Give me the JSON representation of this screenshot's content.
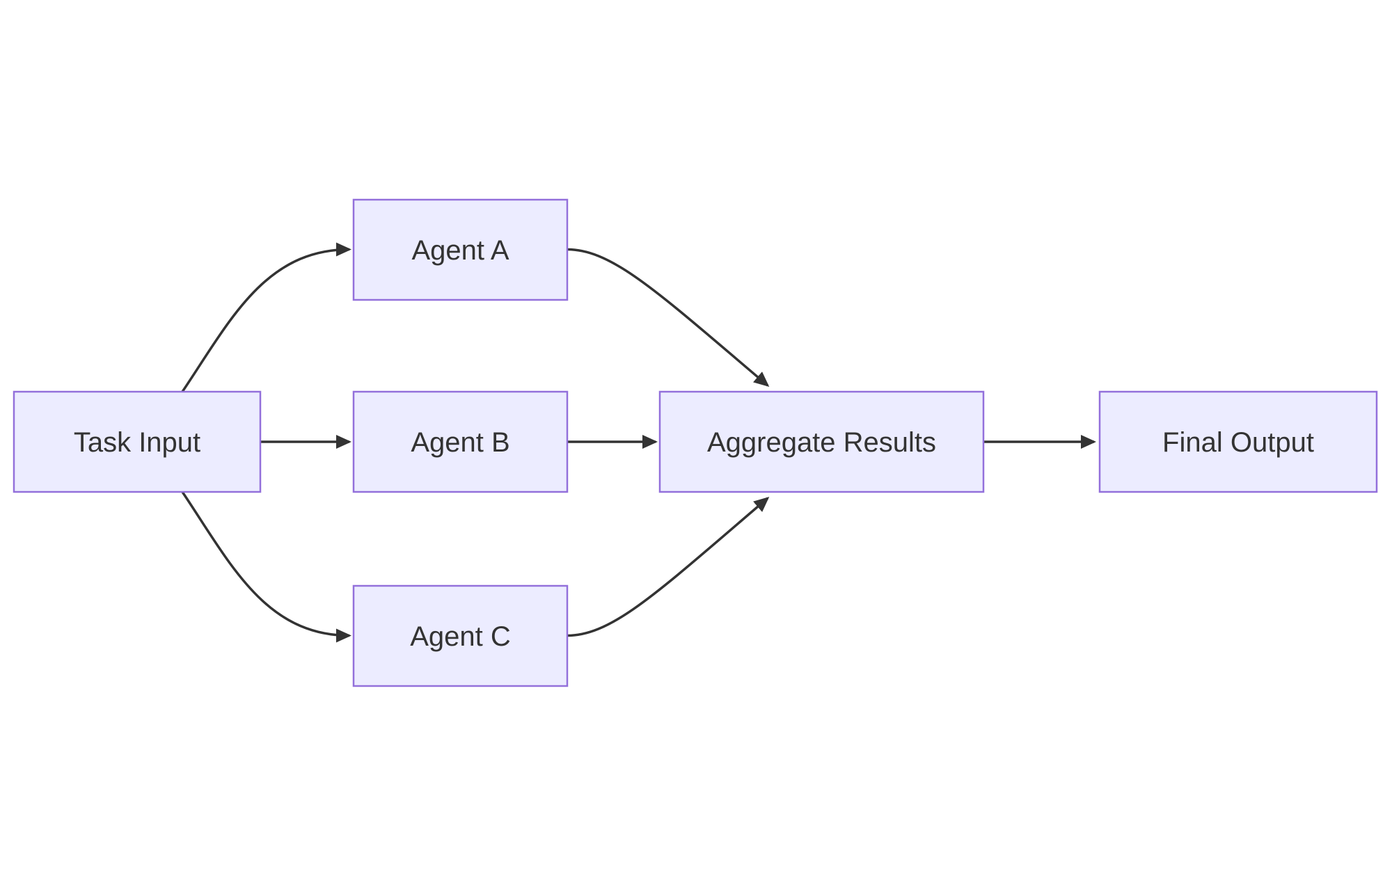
{
  "diagram": {
    "type": "flowchart",
    "direction": "left-to-right",
    "background": "#ffffff",
    "colors": {
      "node_fill": "#ECECFF",
      "node_border": "#9370DB",
      "edge": "#333333",
      "text": "#333333"
    },
    "nodes": [
      {
        "id": "task-input",
        "label": "Task Input"
      },
      {
        "id": "agent-a",
        "label": "Agent A"
      },
      {
        "id": "agent-b",
        "label": "Agent B"
      },
      {
        "id": "agent-c",
        "label": "Agent C"
      },
      {
        "id": "aggregate-results",
        "label": "Aggregate Results"
      },
      {
        "id": "final-output",
        "label": "Final Output"
      }
    ],
    "edges": [
      {
        "from": "task-input",
        "to": "agent-a"
      },
      {
        "from": "task-input",
        "to": "agent-b"
      },
      {
        "from": "task-input",
        "to": "agent-c"
      },
      {
        "from": "agent-a",
        "to": "aggregate-results"
      },
      {
        "from": "agent-b",
        "to": "aggregate-results"
      },
      {
        "from": "agent-c",
        "to": "aggregate-results"
      },
      {
        "from": "aggregate-results",
        "to": "final-output"
      }
    ]
  }
}
